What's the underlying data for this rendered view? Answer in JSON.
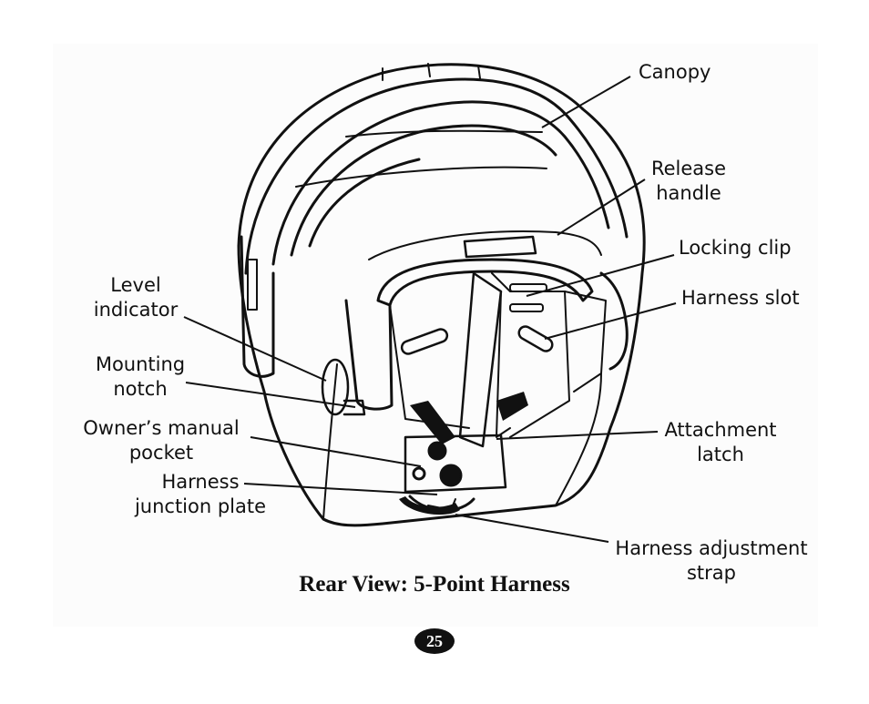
{
  "labels": {
    "canopy": [
      "Canopy"
    ],
    "release_handle": [
      "Release",
      "handle"
    ],
    "locking_clip": [
      "Locking clip"
    ],
    "harness_slot": [
      "Harness slot"
    ],
    "level_indicator": [
      "Level",
      "indicator"
    ],
    "mounting_notch": [
      "Mounting",
      "notch"
    ],
    "owners_manual_pocket": [
      "Owner’s manual",
      "pocket"
    ],
    "harness_junction_plate": [
      "Harness",
      "junction plate"
    ],
    "attachment_latch": [
      "Attachment",
      "latch"
    ],
    "harness_adjustment_strap": [
      "Harness adjustment",
      "strap"
    ]
  },
  "caption": "Rear View: 5-Point Harness",
  "page_number": "25"
}
